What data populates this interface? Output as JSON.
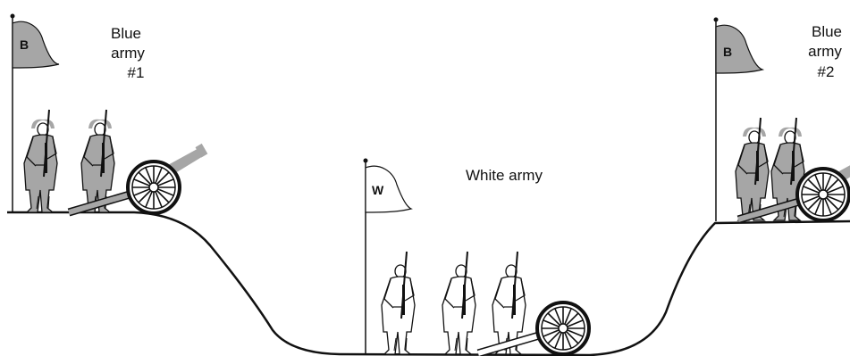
{
  "armies": [
    {
      "id": "blue1",
      "label_lines": [
        "Blue",
        "army",
        "#1"
      ],
      "flag_letter": "B",
      "color": "#a6a6a6"
    },
    {
      "id": "white",
      "label_lines": [
        "White army"
      ],
      "flag_letter": "W",
      "color": "#ffffff"
    },
    {
      "id": "blue2",
      "label_lines": [
        "Blue",
        "army",
        "#2"
      ],
      "flag_letter": "B",
      "color": "#a6a6a6"
    }
  ],
  "colors": {
    "outline": "#111111",
    "blue_fill": "#a6a6a6",
    "white_fill": "#ffffff"
  }
}
